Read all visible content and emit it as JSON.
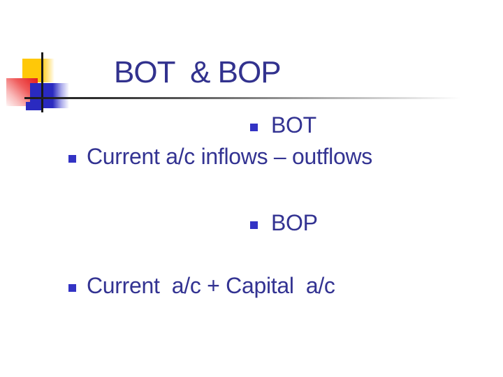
{
  "slide": {
    "title": "BOT  & BOP",
    "bullets": [
      {
        "label": "BOT"
      },
      {
        "label": "Current a/c inflows – outflows"
      },
      {
        "label": "BOP"
      },
      {
        "label": "Current  a/c + Capital  a/c"
      }
    ],
    "colors": {
      "title_text": "#32328e",
      "body_text": "#333392",
      "bullet_marker": "#3333c4",
      "accent_yellow": "#ffc808",
      "accent_red": "#e31b1b",
      "accent_blue": "#2a2ac0"
    }
  }
}
